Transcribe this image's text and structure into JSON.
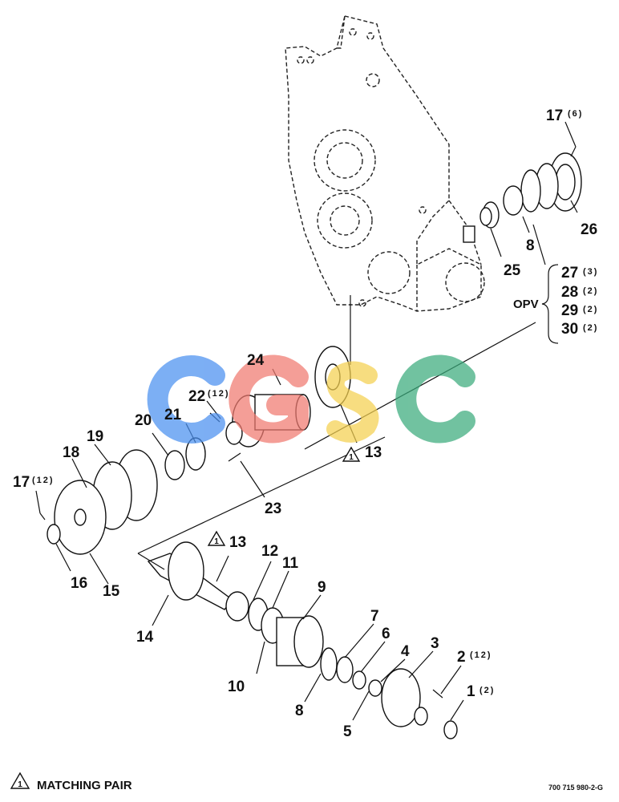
{
  "parts": [
    {
      "num": "17",
      "qty": "(6)"
    },
    {
      "num": "26",
      "qty": ""
    },
    {
      "num": "8",
      "qty": ""
    },
    {
      "num": "25",
      "qty": ""
    },
    {
      "num": "24",
      "qty": ""
    },
    {
      "num": "22",
      "qty": "(12)"
    },
    {
      "num": "21",
      "qty": ""
    },
    {
      "num": "20",
      "qty": ""
    },
    {
      "num": "19",
      "qty": ""
    },
    {
      "num": "18",
      "qty": ""
    },
    {
      "num": "17",
      "qty": "(12)"
    },
    {
      "num": "16",
      "qty": ""
    },
    {
      "num": "15",
      "qty": ""
    },
    {
      "num": "23",
      "qty": ""
    },
    {
      "num": "13",
      "qty": ""
    },
    {
      "num": "13",
      "qty": ""
    },
    {
      "num": "14",
      "qty": ""
    },
    {
      "num": "12",
      "qty": ""
    },
    {
      "num": "11",
      "qty": ""
    },
    {
      "num": "9",
      "qty": ""
    },
    {
      "num": "10",
      "qty": ""
    },
    {
      "num": "7",
      "qty": ""
    },
    {
      "num": "6",
      "qty": ""
    },
    {
      "num": "8",
      "qty": ""
    },
    {
      "num": "4",
      "qty": ""
    },
    {
      "num": "3",
      "qty": ""
    },
    {
      "num": "2",
      "qty": "(12)"
    },
    {
      "num": "1",
      "qty": "(2)"
    },
    {
      "num": "5",
      "qty": ""
    }
  ],
  "opv": {
    "label": "OPV",
    "items": [
      {
        "num": "27",
        "qty": "(3)"
      },
      {
        "num": "28",
        "qty": "(2)"
      },
      {
        "num": "29",
        "qty": "(2)"
      },
      {
        "num": "30",
        "qty": "(2)"
      }
    ]
  },
  "matching_marker": "1",
  "legend": {
    "marker": "1",
    "text": "MATCHING PAIR"
  },
  "drawing_number": "700 715 980-2-G",
  "watermark": {
    "text": "CGSC",
    "colors": [
      "#4a90f0",
      "#f07a70",
      "#f5d050",
      "#3aab7c"
    ]
  }
}
